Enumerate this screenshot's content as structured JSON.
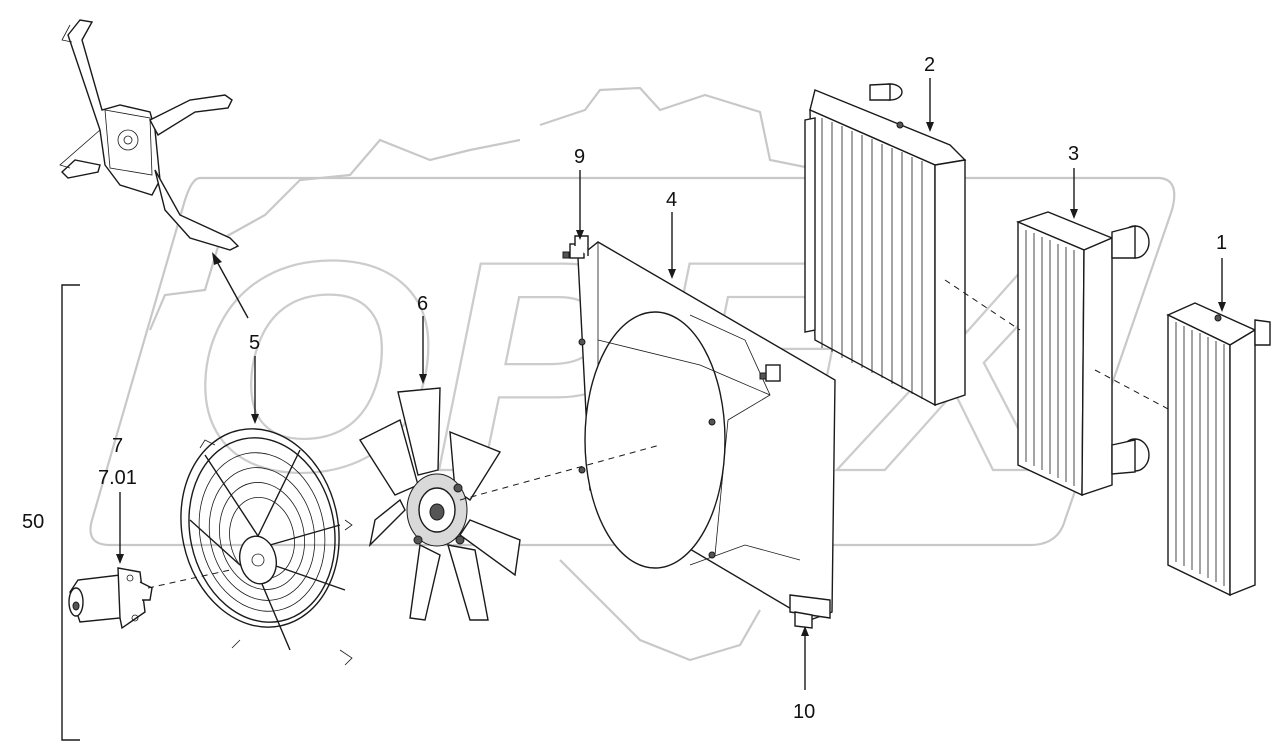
{
  "corner_text": "",
  "callouts": {
    "c1": "1",
    "c2": "2",
    "c3": "3",
    "c4": "4",
    "c5": "5",
    "c6": "6",
    "c7": "7",
    "c701": "7.01",
    "c9": "9",
    "c10": "10",
    "c50": "50"
  },
  "watermark_text": "OPEX",
  "colors": {
    "line": "#1a1a1a",
    "watermark": "#c8c8c8",
    "background": "#ffffff"
  }
}
